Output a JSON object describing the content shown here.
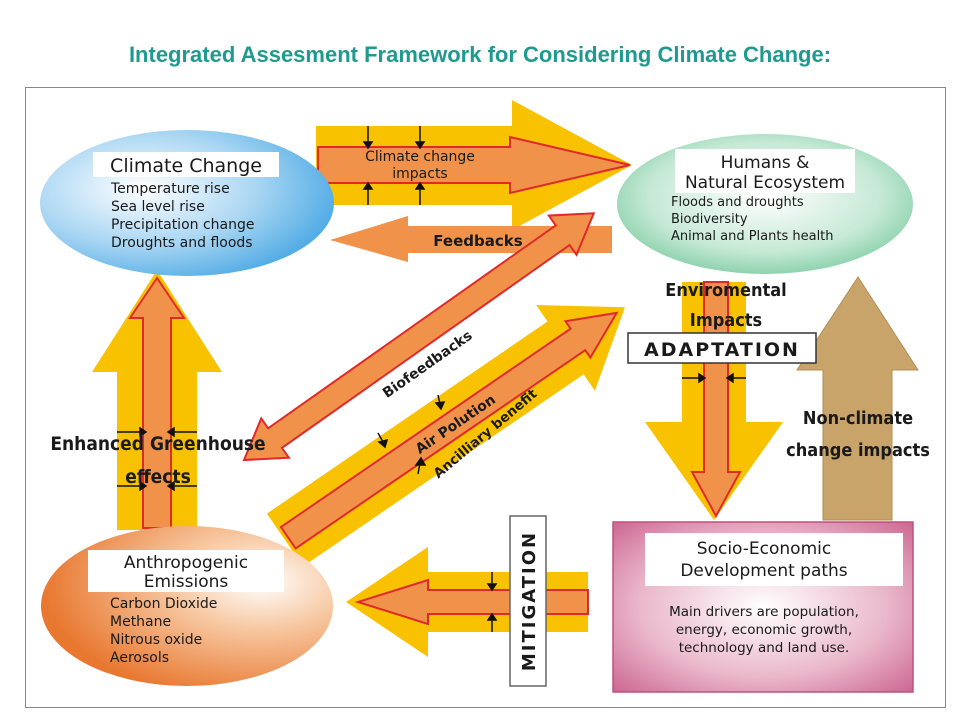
{
  "title": "Integrated Assesment Framework for Considering Climate Change:",
  "nodes": {
    "climate": {
      "label": "Climate Change",
      "items": [
        "Temperature rise",
        "Sea level rise",
        "Precipitation change",
        "Droughts and floods"
      ]
    },
    "humans": {
      "label_lines": [
        "Humans &",
        "Natural Ecosystem"
      ],
      "items": [
        "Floods and droughts",
        "Biodiversity",
        "Animal and Plants health"
      ]
    },
    "anthro": {
      "label_lines": [
        "Anthropogenic",
        "Emissions"
      ],
      "items": [
        "Carbon Dioxide",
        "Methane",
        "Nitrous oxide",
        "Aerosols"
      ]
    },
    "socio": {
      "label_lines": [
        "Socio-Economic",
        "Development paths"
      ],
      "items": [
        "Main drivers are population,",
        "energy, economic growth,",
        "technology and land use."
      ]
    }
  },
  "arrows": {
    "impacts_lines": [
      "Climate change",
      "impacts"
    ],
    "feedbacks": "Feedbacks",
    "biofeedbacks": "Biofeedbacks",
    "air_pollution": "Air Polution",
    "ancillary": "Ancilliary benefit",
    "greenhouse_lines": [
      "Enhanced Greenhouse",
      "effects"
    ],
    "env_impacts_lines": [
      "Enviromental",
      "Impacts"
    ],
    "adaptation": "ADAPTATION",
    "non_climate_lines": [
      "Non-climate",
      "change impacts"
    ],
    "mitigation": "MITIGATION"
  },
  "colors": {
    "yellow": "#f8c200",
    "orange": "#f0924a",
    "outline": "#e02a2a",
    "tan": "#c9a46a",
    "title": "#1f9a8e"
  }
}
